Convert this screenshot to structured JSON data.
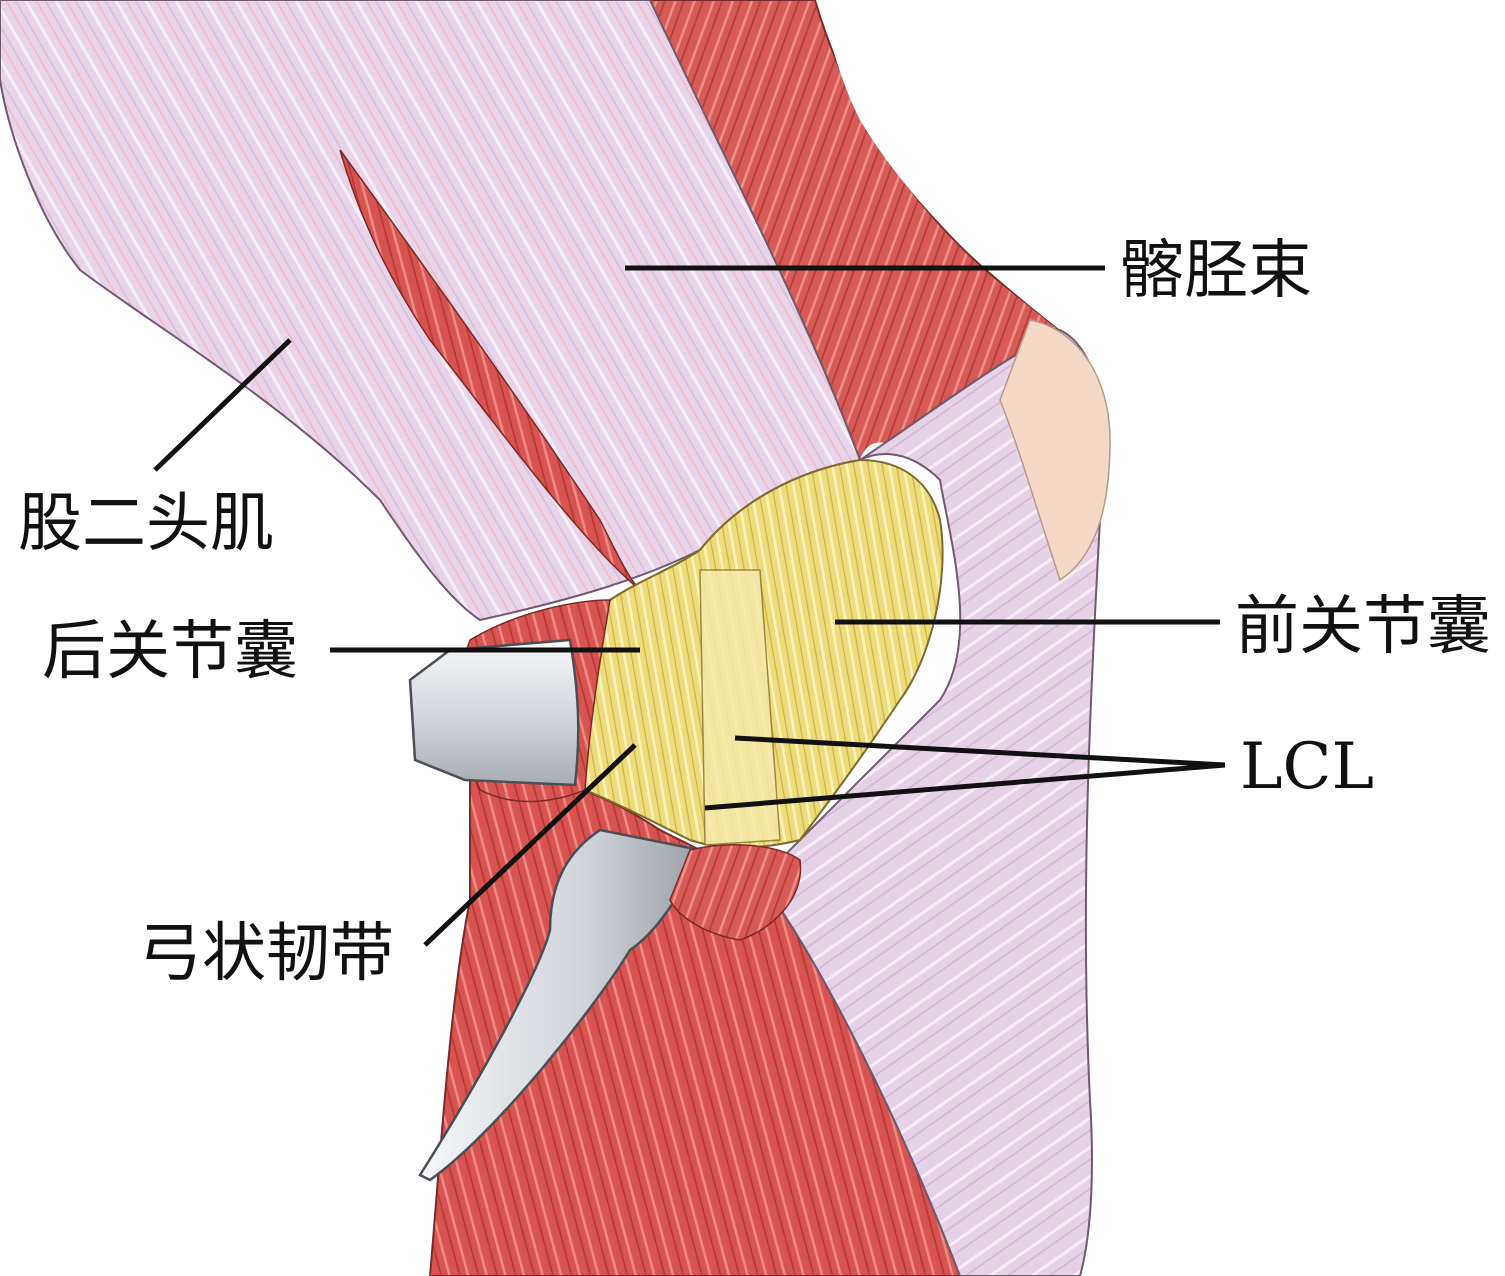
{
  "labels": {
    "iliotibial_band": "髂胫束",
    "biceps_femoris": "股二头肌",
    "posterior_capsule": "后关节囊",
    "anterior_capsule": "前关节囊",
    "lcl": "LCL",
    "arcuate_ligament": "弓状韧带"
  },
  "colors": {
    "muscle": "#d9534f",
    "muscle_dark": "#b8312f",
    "fascia": "#e6d3e6",
    "fascia_light": "#f1e6f1",
    "capsule": "#ecdc7a",
    "capsule_light": "#f7eeb0",
    "retractor": "#dcdfe3",
    "text": "#111111"
  }
}
